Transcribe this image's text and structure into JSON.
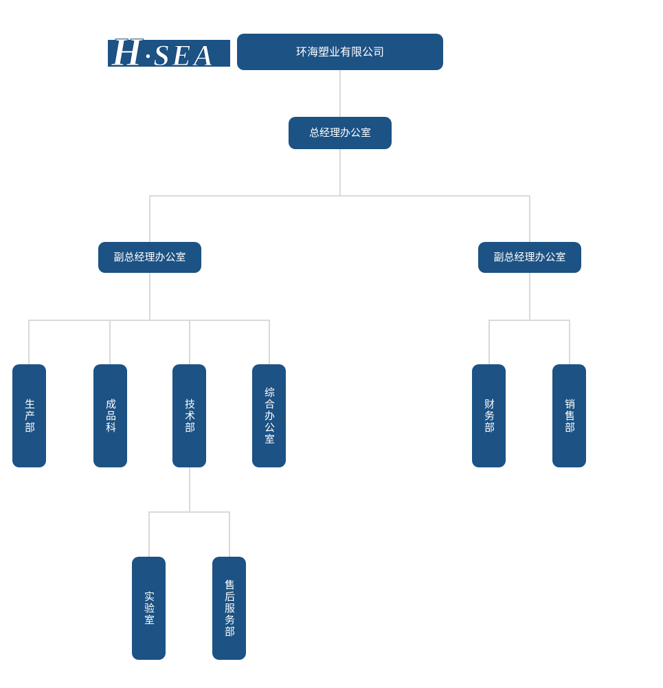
{
  "colors": {
    "node_fill": "#1C5284",
    "node_text": "#FFFFFF",
    "connector": "#D9D9D9",
    "background": "#FFFFFF"
  },
  "logo": {
    "h": "H",
    "dot": "·",
    "sea": "SEA",
    "full_text": "H·SEA"
  },
  "nodes": {
    "company": {
      "label": "环海塑业有限公司"
    },
    "gm_office": {
      "label": "总经理办公室"
    },
    "vgm_left": {
      "label": "副总经理办公室"
    },
    "vgm_right": {
      "label": "副总经理办公室"
    },
    "production": {
      "label": "生产部"
    },
    "finished_products": {
      "label": "成品科"
    },
    "technology": {
      "label": "技术部"
    },
    "general_office": {
      "label": "综合办公室"
    },
    "finance": {
      "label": "财务部"
    },
    "sales": {
      "label": "销售部"
    },
    "laboratory": {
      "label": "实验室"
    },
    "after_sales": {
      "label": "售后服务部"
    }
  },
  "org_chart": {
    "type": "org-chart",
    "root": {
      "label": "环海塑业有限公司",
      "children": [
        {
          "label": "总经理办公室",
          "children": [
            {
              "label": "副总经理办公室",
              "children": [
                {
                  "label": "生产部"
                },
                {
                  "label": "成品科"
                },
                {
                  "label": "技术部",
                  "children": [
                    {
                      "label": "实验室"
                    },
                    {
                      "label": "售后服务部"
                    }
                  ]
                },
                {
                  "label": "综合办公室"
                }
              ]
            },
            {
              "label": "副总经理办公室",
              "children": [
                {
                  "label": "财务部"
                },
                {
                  "label": "销售部"
                }
              ]
            }
          ]
        }
      ]
    }
  }
}
